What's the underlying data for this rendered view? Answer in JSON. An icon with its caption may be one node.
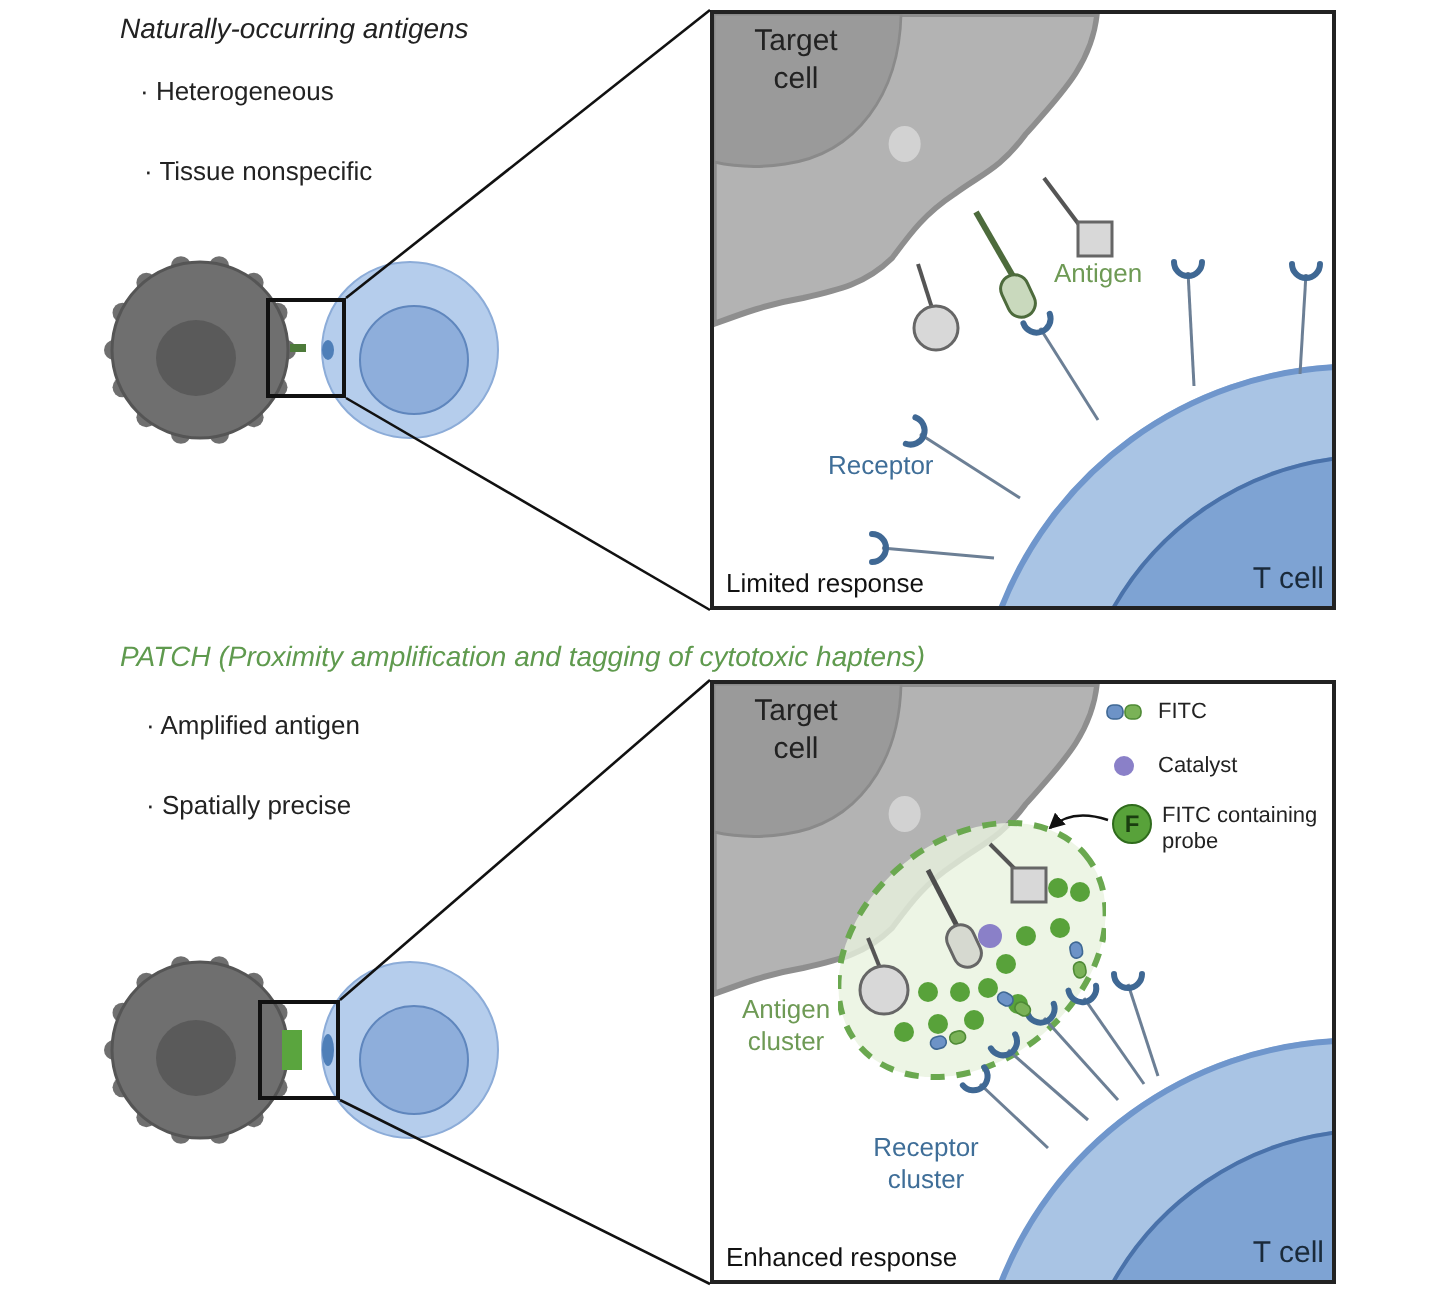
{
  "diagram": {
    "nodes": [
      {
        "text": [],
        "shape": "box"
      },
      {
        "text": [
          "Limited response"
        ]
      },
      {
        "text": [
          "Target cell"
        ],
        "in": 1
      },
      {
        "text": [
          "T cell"
        ],
        "in": 1
      },
      {
        "text": [],
        "shape": "box"
      },
      {
        "text": [
          "Enhanced response"
        ]
      },
      {
        "text": [
          "Target cell"
        ],
        "in": 5
      },
      {
        "text": [
          "T cell"
        ],
        "in": 5
      },
      {
        "text": [],
        "shape": "circle",
        "in": 5
      },
      {
        "text": [
          "F"
        ],
        "beside": [
          "FITC containing probe"
        ],
        "in": 5
      }
    ],
    "edges": [
      {
        "from": 0,
        "to": 1,
        "arrow": "none"
      },
      {
        "from": 0,
        "to": 1,
        "arrow": "none"
      },
      {
        "from": 4,
        "to": 5,
        "arrow": "none"
      },
      {
        "from": 4,
        "to": 5,
        "arrow": "none"
      },
      {
        "from": 9,
        "to": 8,
        "arrow": "to"
      }
    ],
    "labels": [
      "Naturally-occurring antigens",
      "· Heterogeneous",
      "· Tissue nonspecific",
      "Antigen",
      "Receptor",
      "PATCH (Proximity amplification and tagging of cytotoxic haptens)",
      "· Amplified antigen",
      "· Spatially precise",
      "Antigen cluster",
      "Receptor cluster"
    ],
    "legend": [
      {
        "text": "FITC"
      },
      {
        "text": "Catalyst",
        "color": "#8a80c8"
      }
    ]
  }
}
